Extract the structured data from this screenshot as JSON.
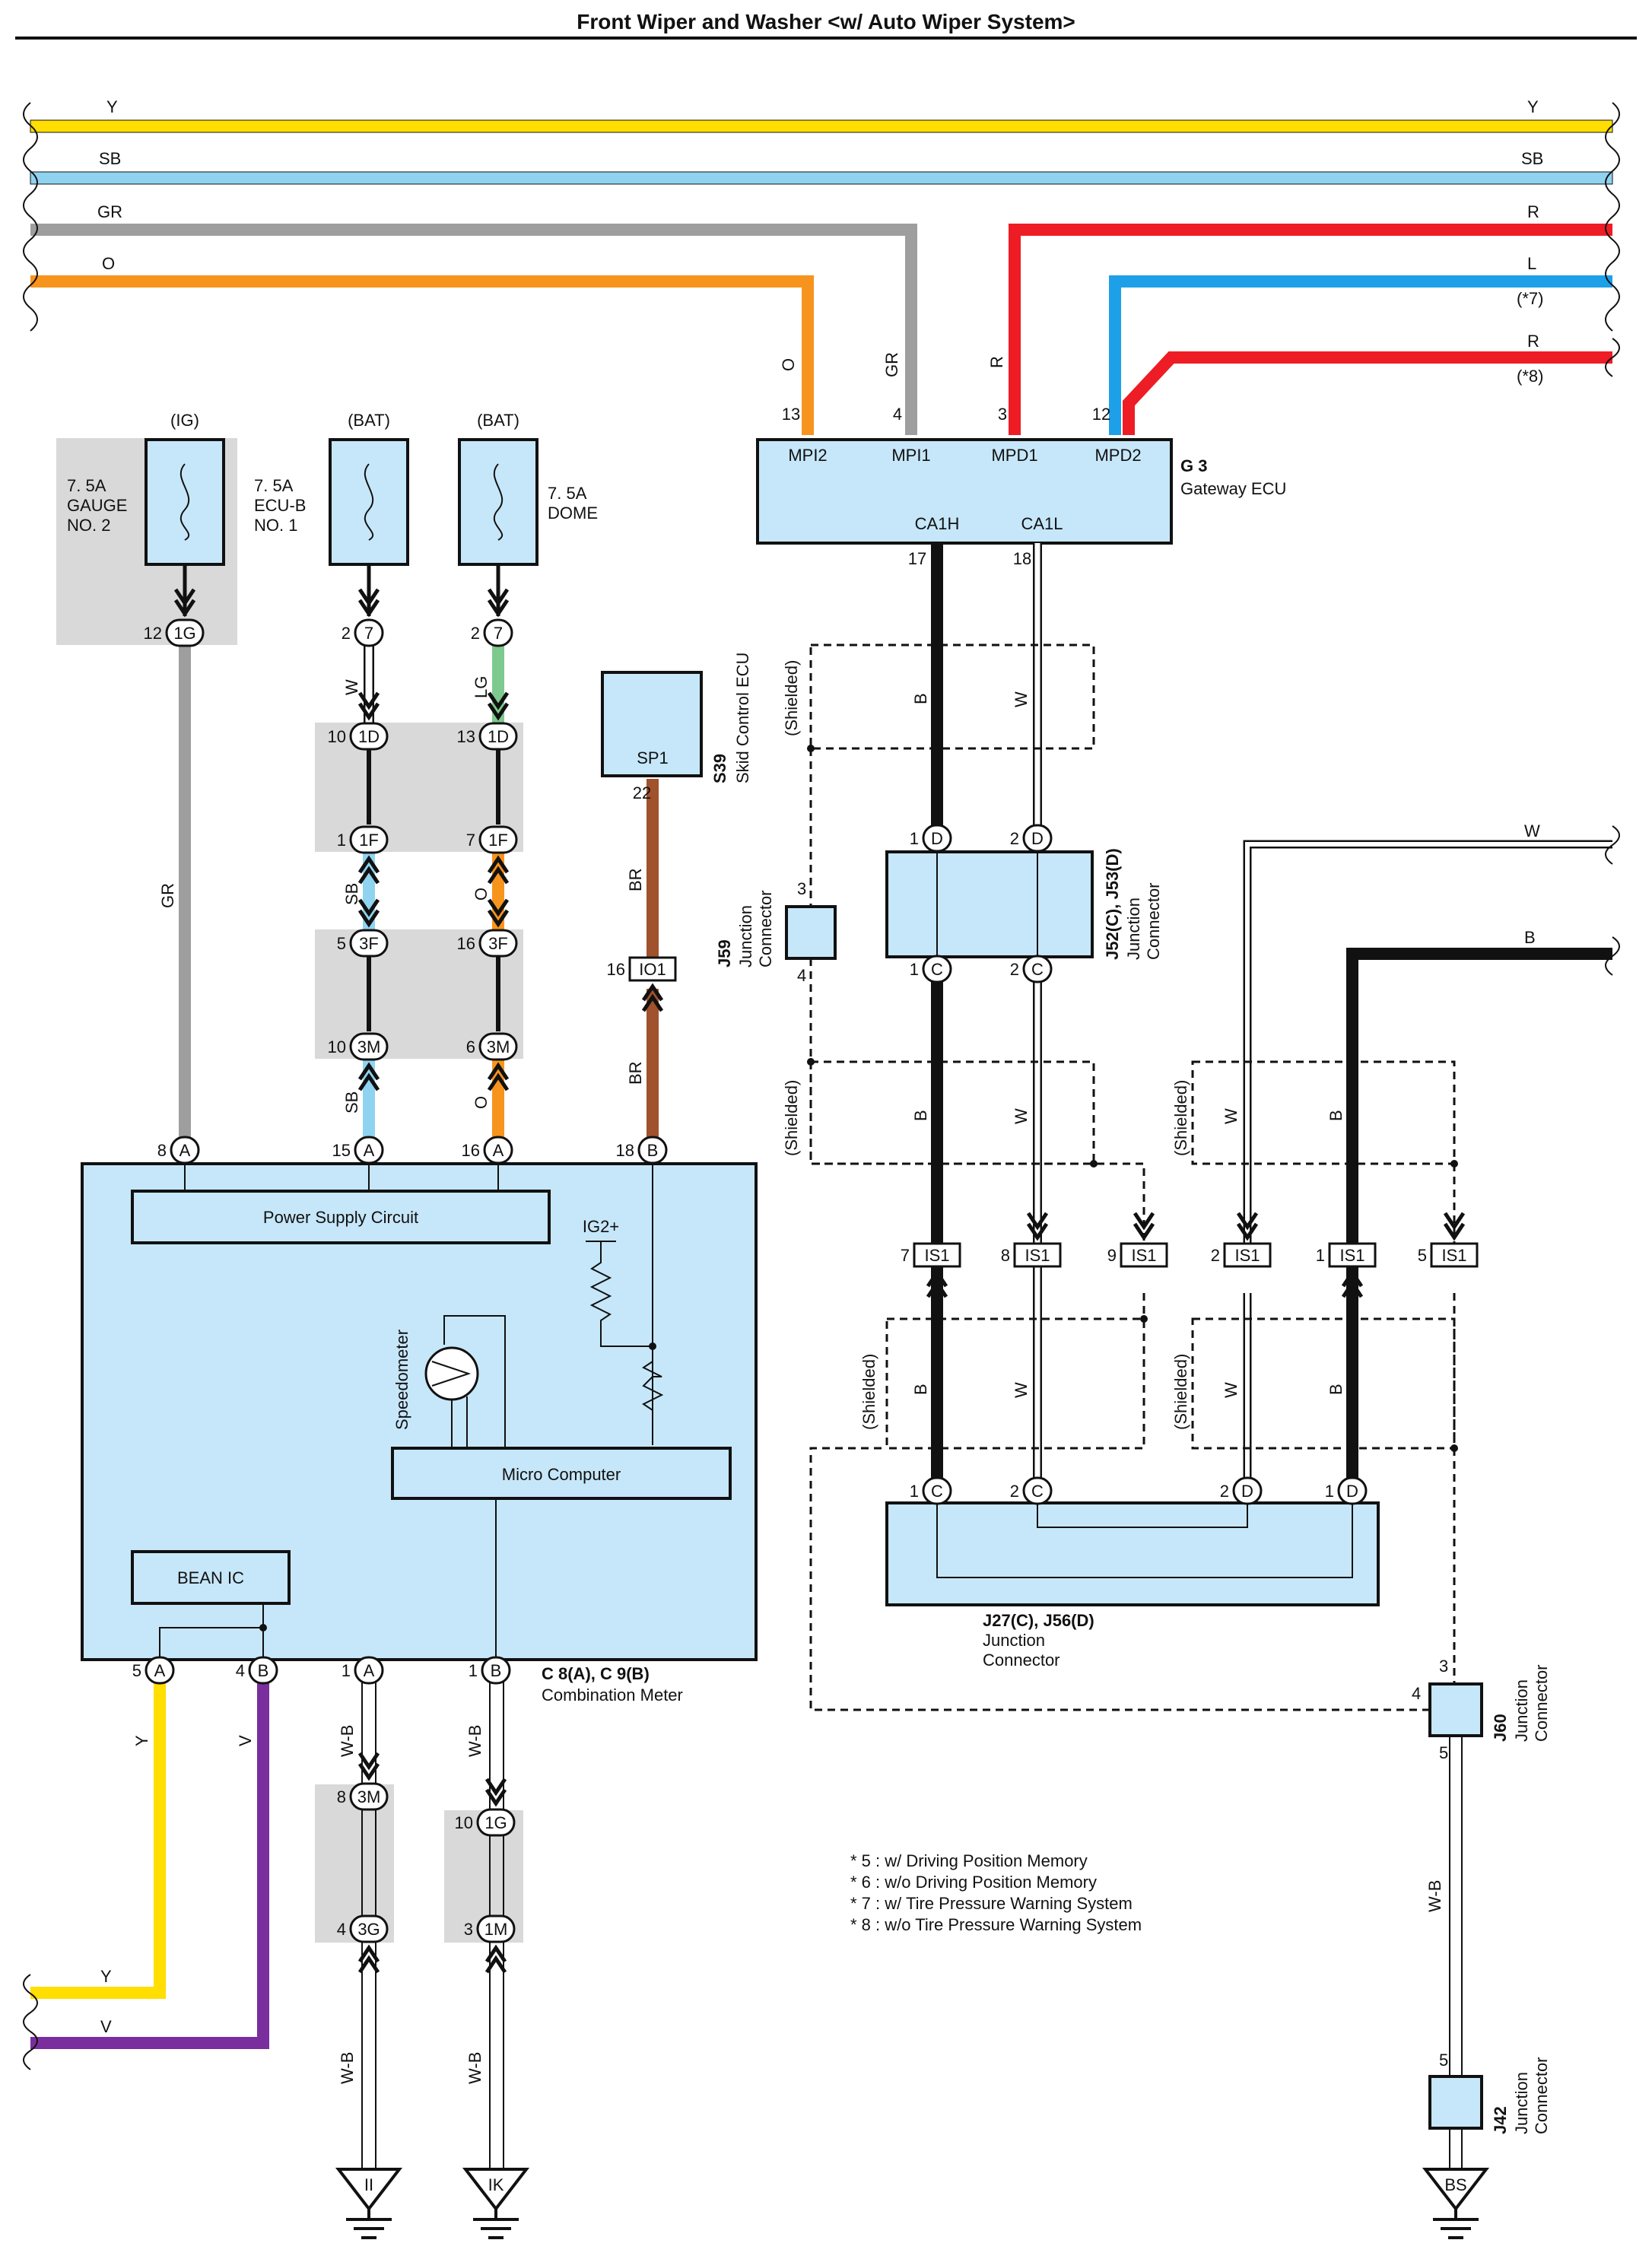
{
  "title": "Front Wiper and Washer <w/ Auto Wiper System>",
  "colors": {
    "Y": "#ffde00",
    "SB": "#8fd3f0",
    "GR": "#9e9e9e",
    "O": "#f7941d",
    "R": "#ee1c25",
    "L": "#1ea0e8",
    "LG": "#7ec98d",
    "BR": "#a0522d",
    "V": "#7a2e9e",
    "B": "#111111",
    "W": "#ffffff",
    "panel": "#c6e7f9",
    "shade": "#d9d9d9"
  },
  "harness_right": {
    "Y": "Y",
    "SB": "SB",
    "R": "R",
    "L": "L",
    "note7": "(*7)",
    "R8": "R",
    "note8": "(*8)",
    "W": "W",
    "B": "B"
  },
  "harness_left": {
    "Y": "Y",
    "SB": "SB",
    "GR": "GR",
    "O": "O"
  },
  "harness_bottom_left": {
    "Y": "Y",
    "V": "V"
  },
  "fuses": {
    "gauge": {
      "source": "(IG)",
      "line1": "7. 5A",
      "line2": "GAUGE",
      "line3": "NO. 2"
    },
    "ecub": {
      "source": "(BAT)",
      "line1": "7. 5A",
      "line2": "ECU-B",
      "line3": "NO. 1"
    },
    "dome": {
      "source": "(BAT)",
      "line1": "7. 5A",
      "line2": "DOME"
    }
  },
  "gateway": {
    "name": "G 3",
    "desc": "Gateway ECU",
    "pins": [
      "MPI2",
      "MPI1",
      "MPD1",
      "MPD2"
    ],
    "pin_nums": [
      "13",
      "4",
      "3",
      "12"
    ],
    "bottom_pins": [
      "CA1H",
      "CA1L"
    ],
    "bottom_nums": [
      "17",
      "18"
    ],
    "wire_labels": [
      "O",
      "GR",
      "R"
    ]
  },
  "skid": {
    "name": "S39",
    "desc": "Skid Control ECU",
    "pin": "SP1",
    "pin_num": "22"
  },
  "meter": {
    "name": "C 8(A), C 9(B)",
    "desc": "Combination Meter",
    "power": "Power Supply Circuit",
    "micro": "Micro Computer",
    "bean": "BEAN IC",
    "speedo": "Speedometer",
    "ig2": "IG2+"
  },
  "jc_j59": {
    "name": "J59",
    "line1": "Junction",
    "line2": "Connector",
    "pin_top": "3",
    "pin_bot": "4"
  },
  "jc_j52": {
    "name": "J52(C), J53(D)",
    "line1": "Junction",
    "line2": "Connector"
  },
  "jc_j27": {
    "name": "J27(C), J56(D)",
    "line1": "Junction",
    "line2": "Connector"
  },
  "jc_j60": {
    "name": "J60",
    "line1": "Junction",
    "line2": "Connector",
    "p3": "3",
    "p4": "4",
    "p5": "5"
  },
  "jc_j42": {
    "name": "J42",
    "line1": "Junction",
    "line2": "Connector",
    "p5": "5"
  },
  "grounds": [
    "II",
    "IK",
    "BS"
  ],
  "shielded": "(Shielded)",
  "notes": [
    "* 5 : w/ Driving Position Memory",
    "* 6 : w/o Driving Position Memory",
    "* 7 : w/ Tire Pressure Warning System",
    "* 8 : w/o Tire Pressure Warning System"
  ],
  "connectors": {
    "g1": {
      "pin": "12",
      "label": "1G"
    },
    "f7a": {
      "pin": "2",
      "label": "7"
    },
    "f7b": {
      "pin": "2",
      "label": "7"
    },
    "d1a": {
      "pin": "10",
      "label": "1D"
    },
    "d1b": {
      "pin": "13",
      "label": "1D"
    },
    "f1a": {
      "pin": "1",
      "label": "1F"
    },
    "f1b": {
      "pin": "7",
      "label": "1F"
    },
    "f3a": {
      "pin": "5",
      "label": "3F"
    },
    "f3b": {
      "pin": "16",
      "label": "3F"
    },
    "m3a": {
      "pin": "10",
      "label": "3M"
    },
    "m3b": {
      "pin": "6",
      "label": "3M"
    },
    "io1": {
      "pin": "16",
      "label": "IO1"
    },
    "mA8": {
      "pin": "8",
      "label": "A"
    },
    "mA15": {
      "pin": "15",
      "label": "A"
    },
    "mA16": {
      "pin": "16",
      "label": "A"
    },
    "mB18": {
      "pin": "18",
      "label": "B"
    },
    "mA5": {
      "pin": "5",
      "label": "A"
    },
    "mB4": {
      "pin": "4",
      "label": "B"
    },
    "mA1": {
      "pin": "1",
      "label": "A"
    },
    "mB1": {
      "pin": "1",
      "label": "B"
    },
    "m3M8": {
      "pin": "8",
      "label": "3M"
    },
    "g3G4": {
      "pin": "4",
      "label": "3G"
    },
    "g1G10": {
      "pin": "10",
      "label": "1G"
    },
    "m1M3": {
      "pin": "3",
      "label": "1M"
    },
    "jD1": {
      "pin": "1",
      "label": "D"
    },
    "jD2": {
      "pin": "2",
      "label": "D"
    },
    "jC1": {
      "pin": "1",
      "label": "C"
    },
    "jC2": {
      "pin": "2",
      "label": "C"
    },
    "is7": {
      "pin": "7",
      "label": "IS1"
    },
    "is8": {
      "pin": "8",
      "label": "IS1"
    },
    "is9": {
      "pin": "9",
      "label": "IS1"
    },
    "is2": {
      "pin": "2",
      "label": "IS1"
    },
    "is1": {
      "pin": "1",
      "label": "IS1"
    },
    "is5": {
      "pin": "5",
      "label": "IS1"
    },
    "kC1": {
      "pin": "1",
      "label": "C"
    },
    "kC2": {
      "pin": "2",
      "label": "C"
    },
    "kD2": {
      "pin": "2",
      "label": "D"
    },
    "kD1": {
      "pin": "1",
      "label": "D"
    }
  },
  "wire_labels": {
    "gr_meter": "GR",
    "w_ecub": "W",
    "lg_dome": "LG",
    "sb1": "SB",
    "sb2": "SB",
    "o1": "O",
    "o2": "O",
    "br1": "BR",
    "br2": "BR",
    "b_top": "B",
    "w_top": "W",
    "b_mid": "B",
    "w_mid": "W",
    "w_right": "W",
    "b_right": "B",
    "b_low1": "B",
    "w_low1": "W",
    "w_low2": "W",
    "b_low2": "B",
    "y_meter": "Y",
    "v_meter": "V",
    "wb1": "W-B",
    "wb2": "W-B",
    "wb3": "W-B",
    "wb4": "W-B",
    "wb5": "W-B"
  }
}
